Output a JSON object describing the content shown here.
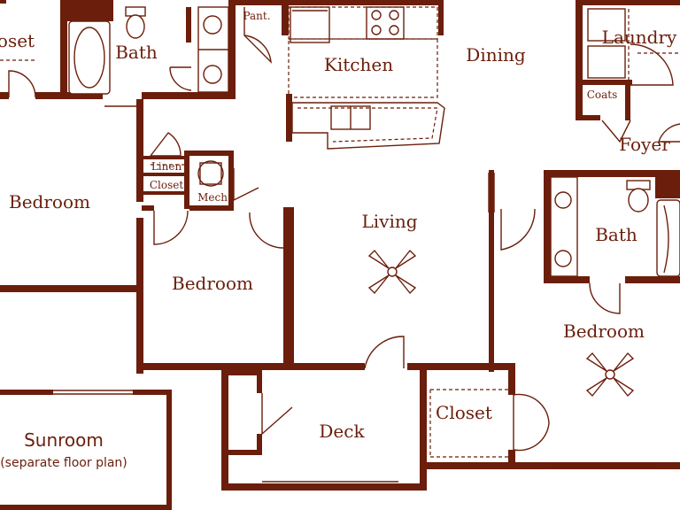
{
  "colors": {
    "wall": "#6b1e0b",
    "background": "#ffffff"
  },
  "rooms": {
    "closet_top_left": "oset",
    "bath_left": "Bath",
    "pantry": "Pant.",
    "kitchen": "Kitchen",
    "dining": "Dining",
    "laundry": "Laundry",
    "coats": "Coats",
    "foyer": "Foyer",
    "bedroom_left": "Bedroom",
    "linen": "Linen",
    "closet_small": "Closet",
    "mech": "Mech",
    "living": "Living",
    "bath_right": "Bath",
    "bedroom_middle": "Bedroom",
    "bedroom_right": "Bedroom",
    "sunroom": "Sunroom",
    "sunroom_note": "(separate floor plan)",
    "deck": "Deck",
    "closet_bottom": "Closet"
  },
  "icons": [
    "ceiling-fan-icon",
    "toilet-icon",
    "bathtub-icon",
    "sink-icon",
    "stove-icon",
    "door-swing-icon"
  ]
}
